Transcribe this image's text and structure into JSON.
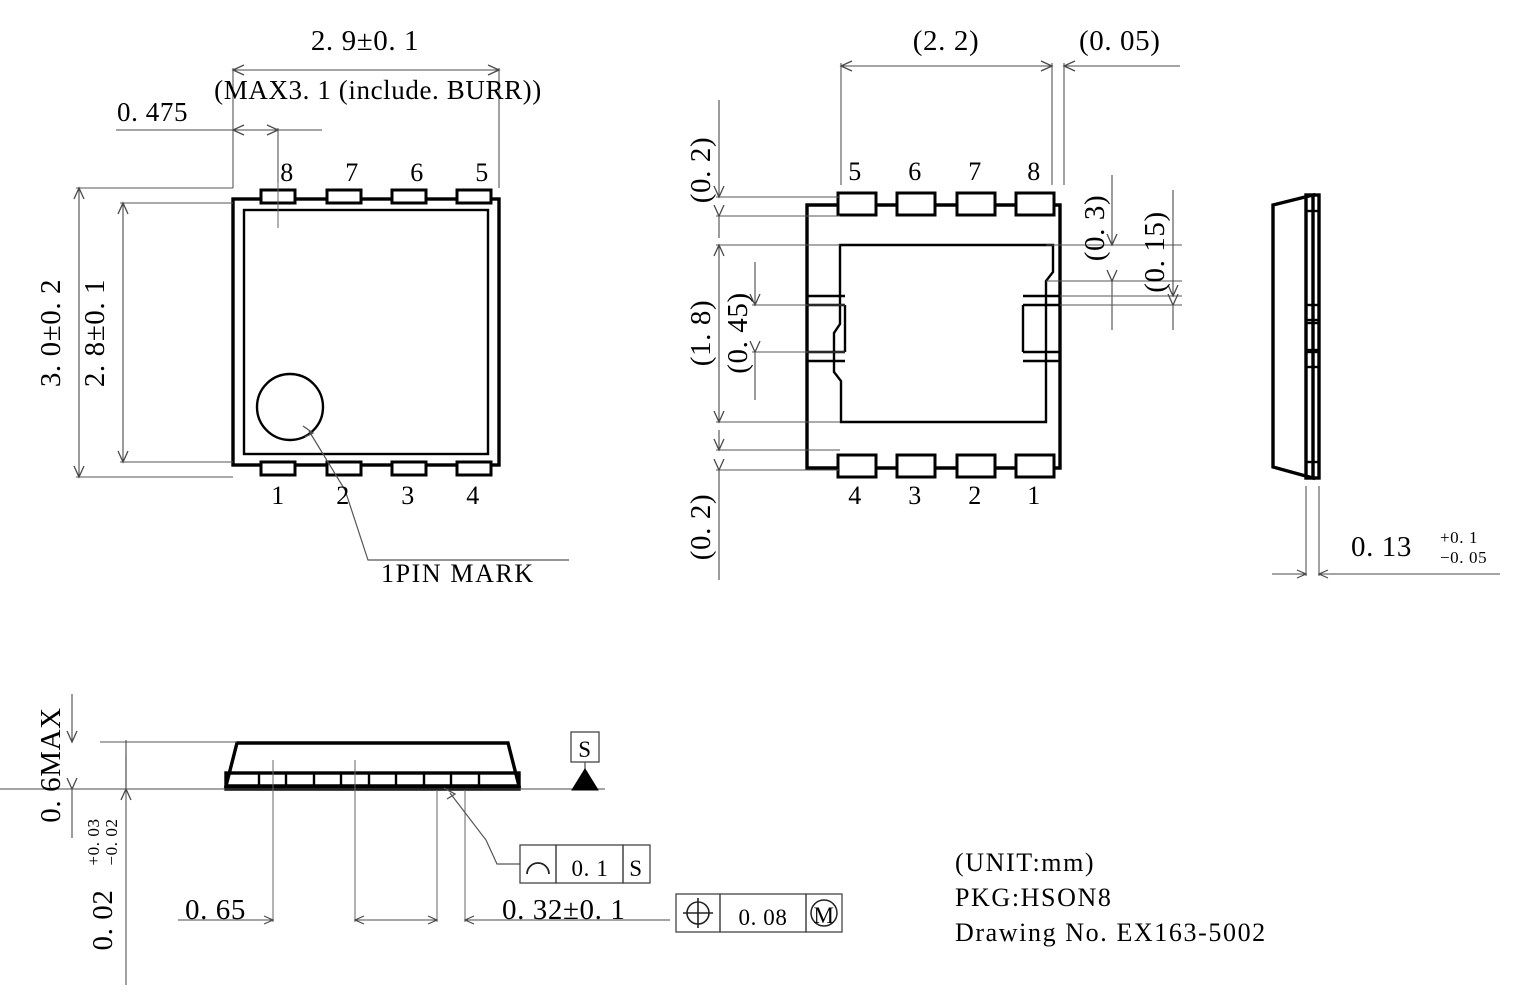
{
  "drawing": {
    "title_block": {
      "unit": "(UNIT:mm)",
      "package": "PKG:HSON8",
      "drawing_no": "Drawing No. EX163-5002"
    },
    "top_view": {
      "name": "top-view",
      "width_dim": "2. 9±0. 1",
      "burr_note": "(MAX3. 1 (include. BURR))",
      "offset_dim": "0. 475",
      "height_dim_outer": "3. 0±0. 2",
      "height_dim_inner": "2. 8±0. 1",
      "pins_top": [
        "8",
        "7",
        "6",
        "5"
      ],
      "pins_bottom": [
        "1",
        "2",
        "3",
        "4"
      ],
      "mark_label": "1PIN MARK"
    },
    "bottom_view": {
      "name": "bottom-view",
      "width_dim": "(2. 2)",
      "edge_dim": "(0. 05)",
      "top_gap_dim": "(0. 2)",
      "bottom_gap_dim": "(0. 2)",
      "inner_height_dim": "(1. 8)",
      "pad_pitch_dim": "(0. 45)",
      "right_dim_outer": "(0. 3)",
      "right_dim_inner": "(0. 15)",
      "pins_top": [
        "5",
        "6",
        "7",
        "8"
      ],
      "pins_bottom": [
        "4",
        "3",
        "2",
        "1"
      ]
    },
    "side_view_right": {
      "name": "right-side-view",
      "thickness_dim": "0. 13",
      "thickness_tol_plus": "+0. 1",
      "thickness_tol_minus": "−0. 05"
    },
    "side_view_bottom": {
      "name": "front-side-view",
      "height_dim": "0. 6MAX",
      "standoff_dim": "0. 02",
      "standoff_tol_plus": "+0. 03",
      "standoff_tol_minus": "−0. 02",
      "pitch_dim": "0. 65",
      "lead_width_dim": "0. 32±0. 1",
      "datum_letter": "S",
      "flatness_value": "0. 1",
      "flatness_datum": "S",
      "position_value": "0. 08",
      "position_modifier": "M"
    },
    "colors": {
      "ink": "#000000",
      "thin_ink": "#555555",
      "paper": "#ffffff"
    }
  }
}
